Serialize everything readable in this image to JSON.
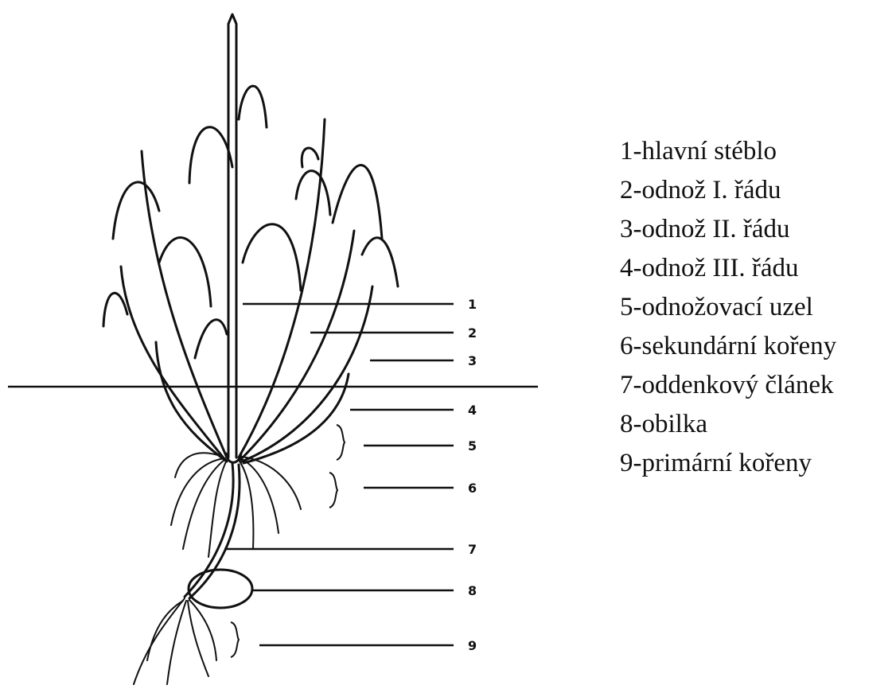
{
  "diagram": {
    "callout_numbers": [
      "1",
      "2",
      "3",
      "4",
      "5",
      "6",
      "7",
      "8",
      "9"
    ],
    "legend": [
      "1-hlavní stéblo",
      "2-odnož I. řádu",
      "3-odnož II. řádu",
      "4-odnož III. řádu",
      "5-odnožovací uzel",
      "6-sekundární kořeny",
      "7-oddenkový článek",
      "8-obilka",
      "9-primární kořeny"
    ]
  }
}
